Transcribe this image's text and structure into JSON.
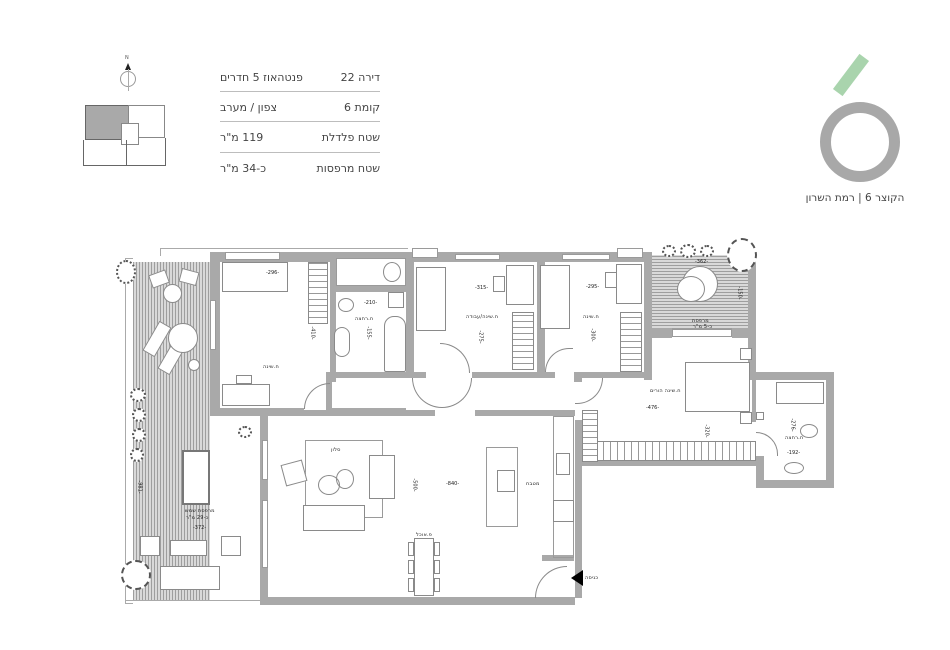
{
  "info": {
    "rows": [
      {
        "label": "דירה 22",
        "value": "פנטהאוז 5 חדרים"
      },
      {
        "label": "קומת 6",
        "value": "צפון / מערב"
      },
      {
        "label": "שטח פלדלת",
        "value": "119 מ\"ר"
      },
      {
        "label": "שטח מרפסות",
        "value": "כ-34 מ\"ר"
      }
    ]
  },
  "compass": {
    "north_label": "N"
  },
  "logo": {
    "caption": "הקוצר 6 | רמת השרון"
  },
  "plan": {
    "rooms": {
      "bedroom_left": {
        "label": "ח.שינה",
        "dim_w": "-296-",
        "dim_h": "-410-"
      },
      "bathroom": {
        "label": "ח.רחצה",
        "dim_w": "-210-",
        "dim_h": "-155-"
      },
      "bedroom_mid": {
        "label": "ח.שינה/עבודה",
        "dim_w": "-315-",
        "dim_h": "-275-"
      },
      "bedroom_right": {
        "label": "ח.שינה",
        "dim_w": "-295-",
        "dim_h": "-300-"
      },
      "master": {
        "label": "ח.שינה הורים",
        "dim_w": "-476-",
        "dim_h": "-320-"
      },
      "master_bath": {
        "label": "ח.רחצה",
        "dim_w": "-192-",
        "dim_h": "-276-"
      },
      "living": {
        "label": "סלון",
        "dim_w": "-840-",
        "dim_h": "-500-"
      },
      "dining": {
        "label": "פ.אוכל"
      },
      "kitchen": {
        "label": "מטבח"
      },
      "terrace_big": {
        "label": "מרפסת שמש",
        "area": "כ-29 מ\"ר",
        "dim_w": "-372-",
        "dim_h": "-981-"
      },
      "terrace_small": {
        "label": "מרפסת",
        "area": "כ-5 מ\"ר",
        "dim_w": "-362-",
        "dim_h": "-150-"
      }
    },
    "entrance_label": "כניסה"
  }
}
